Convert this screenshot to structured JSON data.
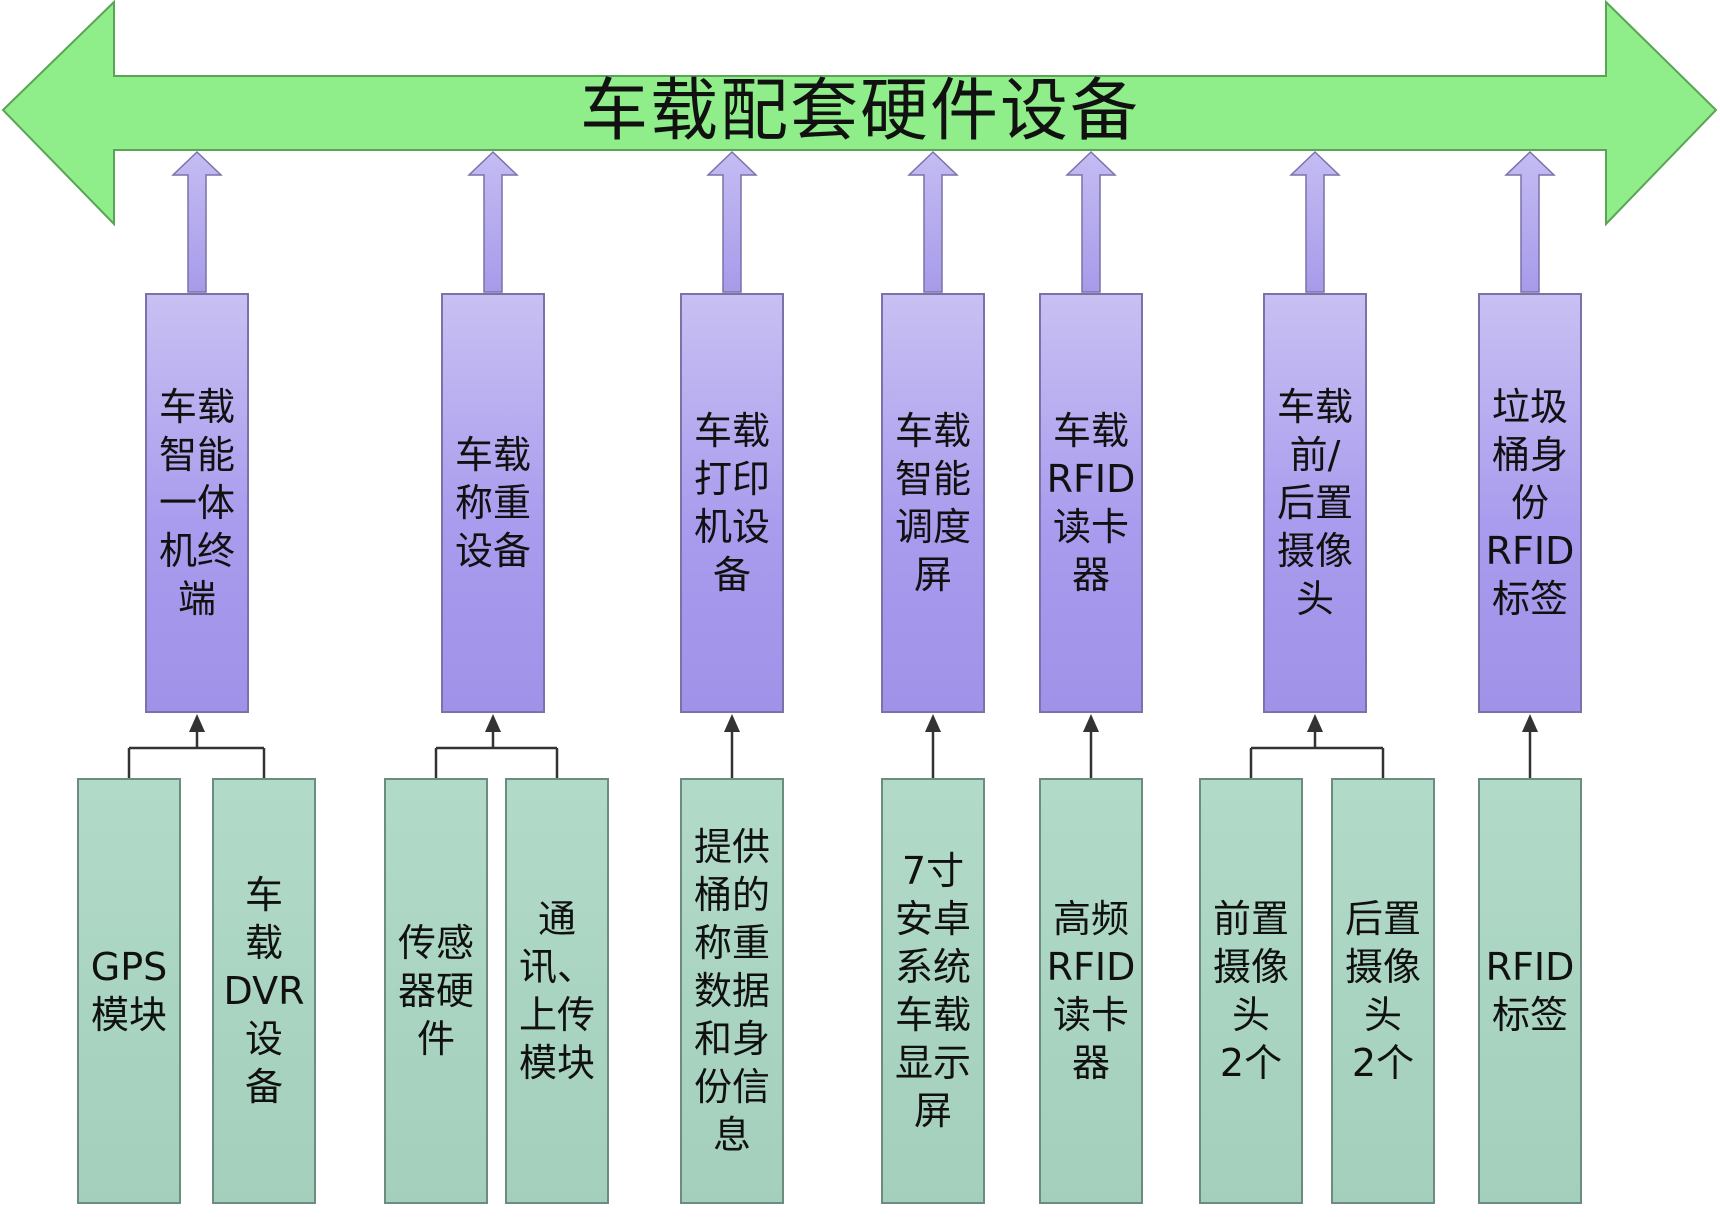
{
  "title": "车载配套硬件设备",
  "colors": {
    "banner_fill": "#90ee8a",
    "banner_stroke": "#5aa455",
    "top_box_fill": "#a99cee",
    "bottom_box_fill": "#a6d2bf",
    "connector": "#333333"
  },
  "modules": [
    {
      "label": "车载\n智能\n一体\n机终\n端",
      "components": [
        {
          "label": "GPS\n模块"
        },
        {
          "label": "车\n载\nDVR\n设\n备"
        }
      ]
    },
    {
      "label": "车载\n称重\n设备",
      "components": [
        {
          "label": "传感\n器硬\n件"
        },
        {
          "label": "通\n讯、\n上传\n模块"
        }
      ]
    },
    {
      "label": "车载\n打印\n机设\n备",
      "components": [
        {
          "label": "提供\n桶的\n称重\n数据\n和身\n份信\n息"
        }
      ]
    },
    {
      "label": "车载\n智能\n调度\n屏",
      "components": [
        {
          "label": "7寸\n安卓\n系统\n车载\n显示\n屏"
        }
      ]
    },
    {
      "label": "车载\nRFID\n读卡\n器",
      "components": [
        {
          "label": "高频\nRFID\n读卡\n器"
        }
      ]
    },
    {
      "label": "车载\n前/\n后置\n摄像\n头",
      "components": [
        {
          "label": "前置\n摄像\n头\n2个"
        },
        {
          "label": "后置\n摄像\n头\n2个"
        }
      ]
    },
    {
      "label": "垃圾\n桶身\n份\nRFID\n标签",
      "components": [
        {
          "label": "RFID\n标签"
        }
      ]
    }
  ]
}
